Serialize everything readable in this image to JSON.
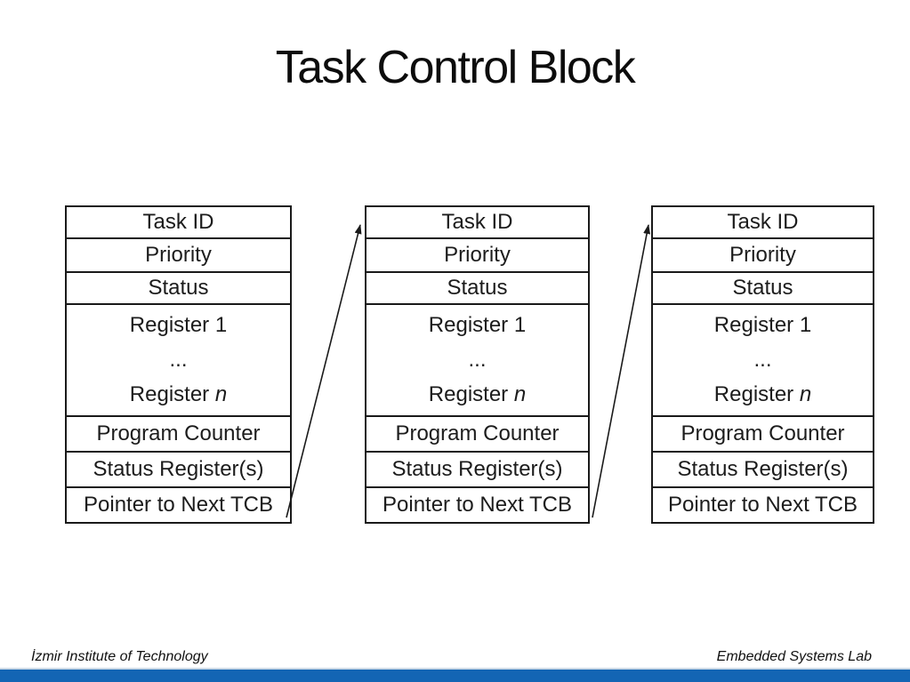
{
  "slide": {
    "title": "Task Control Block",
    "footer": {
      "left": "İzmir Institute of Technology",
      "right": "Embedded Systems Lab"
    },
    "accent_color": "#1365b4"
  },
  "tcb": {
    "rows": {
      "task_id": "Task ID",
      "priority": "Priority",
      "status": "Status",
      "register_first": "Register 1",
      "register_ellipsis": "...",
      "register_last_prefix": "Register ",
      "register_last_var": "n",
      "program_counter": "Program Counter",
      "status_registers": "Status Register(s)",
      "pointer_next": "Pointer to Next TCB"
    },
    "blocks": [
      "tcb-1",
      "tcb-2",
      "tcb-3"
    ],
    "arrows": [
      {
        "from": "tcb-1 Pointer to Next TCB",
        "to": "tcb-2 Task ID"
      },
      {
        "from": "tcb-2 Pointer to Next TCB",
        "to": "tcb-3 Task ID"
      }
    ]
  }
}
